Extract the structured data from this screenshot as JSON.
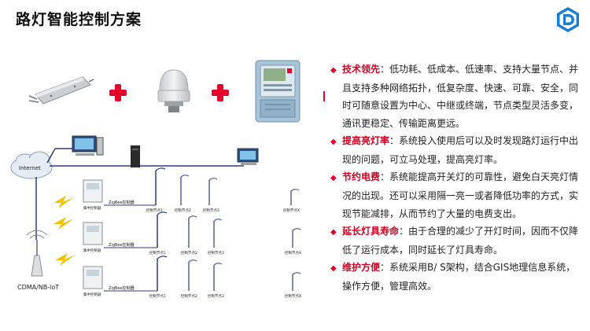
{
  "slide": {
    "title": "路灯智能控制方案"
  },
  "brand": {
    "logo_icon": "company-logo-icon",
    "accent_color": "#1a7fd4",
    "highlight_color": "#d40022"
  },
  "diagram": {
    "internet_label": "Internet",
    "cdma_label": "CDMA/NB-loT",
    "concentrator_label": "集中控制器",
    "zigbee_label": "ZigBee控制器",
    "rows": [
      {
        "nodes": [
          "控制节点1",
          "控制节点2",
          "控制节点3",
          "控制节点X"
        ]
      },
      {
        "nodes": [
          "控制节点1",
          "控制节点2",
          "控制节点3",
          "控制节点X"
        ]
      },
      {
        "nodes": [
          "控制节点1",
          "控制节点2",
          "控制节点3",
          "控制节点X"
        ]
      }
    ]
  },
  "features": [
    {
      "title": "技术领先",
      "sep": "：",
      "text": "低功耗、低成本、低速率、支持大量节点、并且支持多种网络拓扑，低复杂度、快速、可靠、安全，同时可随意设置为中心、中继或终端，节点类型灵活多变，通讯更稳定、传输距离更远。"
    },
    {
      "title": "提高亮灯率",
      "sep": "：",
      "text": "系统投入使用后可以及时发现路灯运行中出现的问题，可立马处理，提高亮灯率。"
    },
    {
      "title": "节约电费",
      "sep": "：",
      "text": "系统能提高开关灯的可靠性，避免白天亮灯情况的出现。还可以采用隔一亮一或者降低功率的方式，实现节能减排，从而节约了大量的电费支出。"
    },
    {
      "title": "延长灯具寿命",
      "sep": "：",
      "text": "由于合理的减少了开灯时间，因而不仅降低了运行成本，同时延长了灯具寿命。"
    },
    {
      "title": "维护方便",
      "sep": "：",
      "text": "系统采用B/ S架构，结合GIS地理信息系统，操作方便，管理高效。"
    }
  ]
}
